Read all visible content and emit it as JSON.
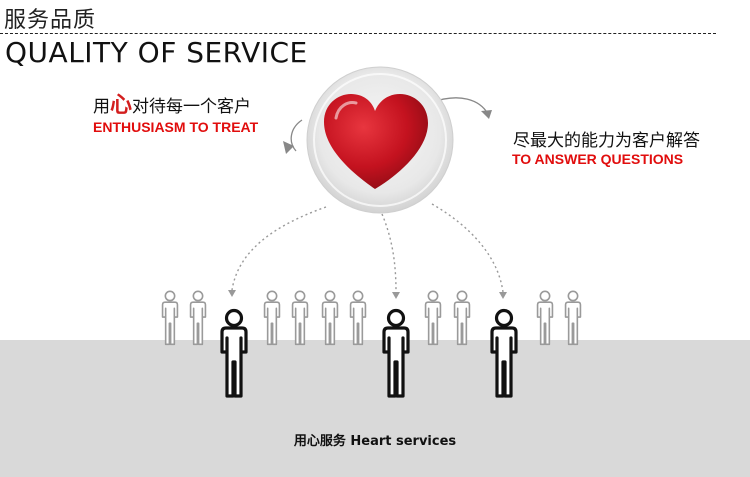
{
  "header": {
    "title_cn": "服务品质",
    "title_en": "QUALITY OF SERVICE"
  },
  "left_caption": {
    "cn_prefix": "用",
    "cn_highlight": "心",
    "cn_suffix": "对待每一个客户",
    "en": "ENTHUSIASM TO TREAT"
  },
  "right_caption": {
    "cn": "尽最大的能力为客户解答",
    "en": "TO ANSWER QUESTIONS"
  },
  "footer": {
    "text": "用心服务 Heart services"
  },
  "colors": {
    "accent_red": "#e10d0d",
    "heart_red": "#c4121f",
    "floor_gray": "#d9d9d9"
  },
  "icons": [
    "heart-icon",
    "person-icon"
  ]
}
